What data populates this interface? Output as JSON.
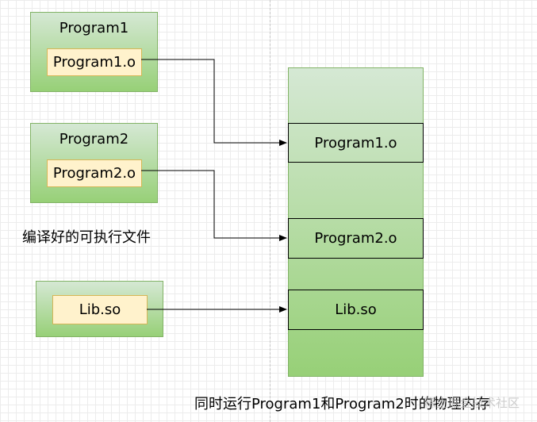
{
  "program1": {
    "title": "Program1",
    "object": "Program1.o"
  },
  "program2": {
    "title": "Program2",
    "object": "Program2.o"
  },
  "library": {
    "object": "Lib.so"
  },
  "executables_label": "编译好的可执行文件",
  "memory": {
    "segments": [
      "Program1.o",
      "Program2.o",
      "Lib.so"
    ],
    "caption": "同时运行Program1和Program2时的物理内存"
  },
  "watermark": "稀土掘金技术社区"
}
